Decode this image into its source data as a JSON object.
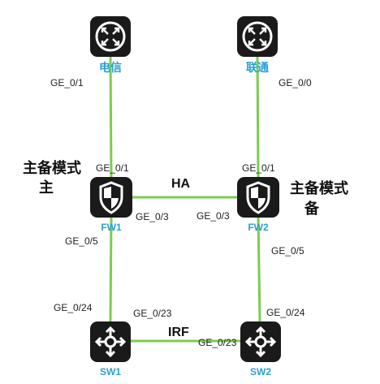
{
  "nodes": {
    "r1": {
      "label": "电信",
      "icon": "router-icon"
    },
    "r2": {
      "label": "联通",
      "icon": "router-icon"
    },
    "fw1": {
      "label": "FW1",
      "icon": "firewall-shield-icon"
    },
    "fw2": {
      "label": "FW2",
      "icon": "firewall-shield-icon"
    },
    "sw1": {
      "label": "SW1",
      "icon": "switch-icon"
    },
    "sw2": {
      "label": "SW2",
      "icon": "switch-icon"
    }
  },
  "ports": {
    "r1_down": "GE_0/1",
    "r2_down": "GE_0/0",
    "fw1_up": "GE_0/1",
    "fw2_up": "GE_0/1",
    "fw1_ha": "GE_0/3",
    "fw2_ha": "GE_0/3",
    "fw1_down": "GE_0/5",
    "fw2_down": "GE_0/5",
    "sw1_up": "GE_0/24",
    "sw2_up": "GE_0/24",
    "sw1_irf": "GE_0/23",
    "sw2_irf": "GE_0/23"
  },
  "link_labels": {
    "ha": "HA",
    "irf": "IRF"
  },
  "roles": {
    "fw1_line1": "主备模式",
    "fw1_line2": "主",
    "fw2_line1": "主备模式",
    "fw2_line2": "备"
  },
  "colors": {
    "link": "#7ccc4e",
    "label": "#2a9fd6",
    "device": "#1a1a1a"
  }
}
